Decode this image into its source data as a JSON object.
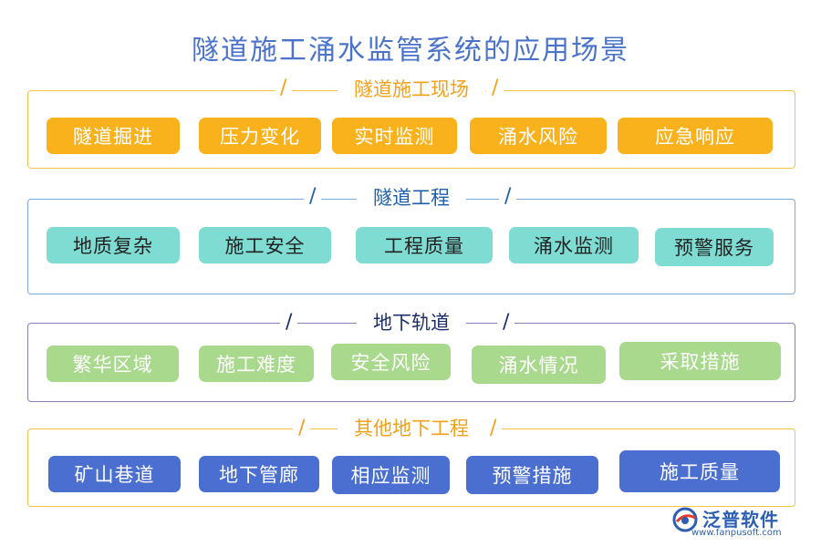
{
  "title": "隧道施工涌水监管系统的应用场景",
  "sections": [
    {
      "label": "隧道施工现场",
      "items": [
        "隧道掘进",
        "压力变化",
        "实时监测",
        "涌水风险",
        "应急响应"
      ]
    },
    {
      "label": "隧道工程",
      "items": [
        "地质复杂",
        "施工安全",
        "工程质量",
        "涌水监测",
        "预警服务"
      ]
    },
    {
      "label": "地下轨道",
      "items": [
        "繁华区域",
        "施工难度",
        "安全风险",
        "涌水情况",
        "采取措施"
      ]
    },
    {
      "label": "其他地下工程",
      "items": [
        "矿山巷道",
        "地下管廊",
        "相应监测",
        "预警措施",
        "施工质量"
      ]
    }
  ],
  "logo": {
    "name": "泛普软件",
    "url": "www.fanpusoft.com",
    "icon": "fanpu-logo-icon"
  },
  "colors": {
    "title": "#4a73c9",
    "section1_chip": "#f9b11c",
    "section2_chip": "#7fdcd3",
    "section3_chip": "#a9d98d",
    "section4_chip": "#4a6fd0"
  }
}
